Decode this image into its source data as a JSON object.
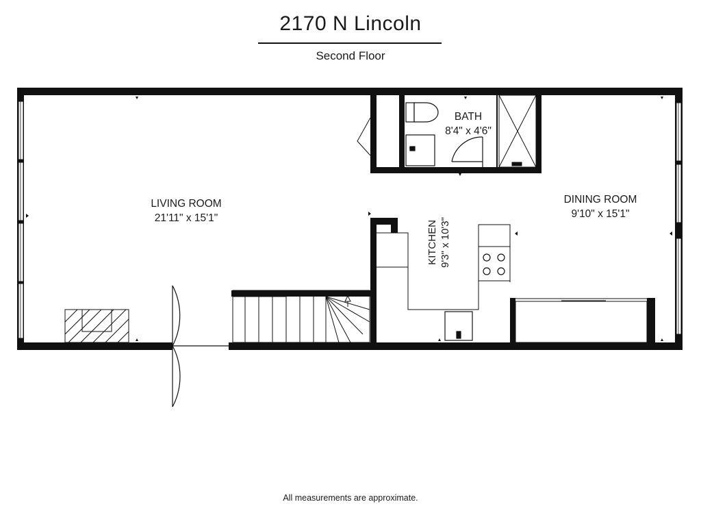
{
  "header": {
    "address": "2170 N Lincoln",
    "floor": "Second Floor"
  },
  "rooms": [
    {
      "name": "LIVING ROOM",
      "size": "21'11\" x 15'1\""
    },
    {
      "name": "DINING ROOM",
      "size": "9'10\" x 15'1\""
    },
    {
      "name": "KITCHEN",
      "size": "9'3\" x 10'3\""
    },
    {
      "name": "BATH",
      "size": "8'4\" x 4'6\""
    }
  ],
  "footer": {
    "disclaimer": "All measurements are approximate."
  }
}
